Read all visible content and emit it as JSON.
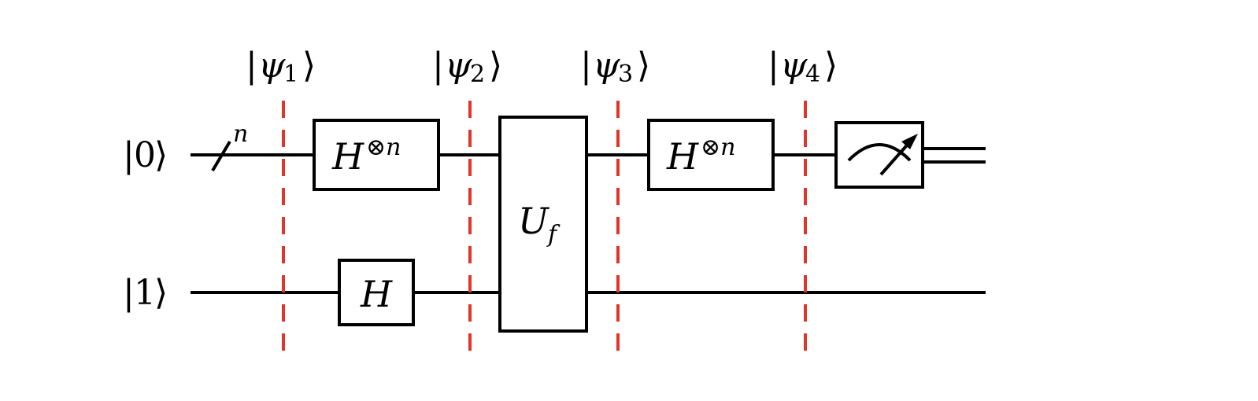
{
  "diagram": {
    "qubits": [
      {
        "ket": "0"
      },
      {
        "ket": "1"
      }
    ],
    "register_size": "n",
    "states": [
      {
        "symbol": "ψ",
        "sub": "1"
      },
      {
        "symbol": "ψ",
        "sub": "2"
      },
      {
        "symbol": "ψ",
        "sub": "3"
      },
      {
        "symbol": "ψ",
        "sub": "4"
      }
    ],
    "gates": {
      "hadamard_n_first": {
        "base": "H",
        "sup": "⊗n"
      },
      "hadamard_single": {
        "base": "H"
      },
      "oracle": {
        "base": "U",
        "sub": "f"
      },
      "hadamard_n_second": {
        "base": "H",
        "sup": "⊗n"
      }
    },
    "measurement": {
      "icon": "meter-icon"
    },
    "colors": {
      "wire": "#000000",
      "barrier": "#e0352b"
    }
  }
}
